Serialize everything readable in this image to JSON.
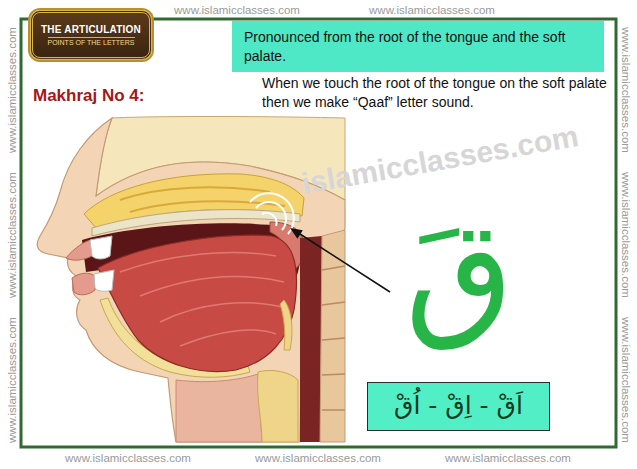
{
  "diagram": {
    "title": "Makhraj No 4:",
    "nodes": [
      {
        "text": [
          "THE ARTICULATION",
          "POINTS OF THE LETTERS"
        ]
      },
      {
        "text": [
          "Pronounced from the root of the tongue and the soft palate."
        ]
      },
      {
        "text": [
          "اَقْ - اِقْ - اُقْ"
        ]
      }
    ],
    "labels": [
      "When we touch the root of the tongue on the soft palate then we make “Qaaf” letter sound.",
      "قَ",
      "islamicclasses.com",
      "www.islamicclasses.com",
      "www.islamicclasses.com",
      "www.islamicclasses.com",
      "www.islamicclasses.com",
      "www.islamicclasses.com",
      "www.islamicclasses.com",
      "www.islamicclasses.com",
      "www.islamicclasses.com",
      "www.islamicclasses.com",
      "www.islamicclasses.com",
      "www.islamicclasses.com"
    ]
  }
}
